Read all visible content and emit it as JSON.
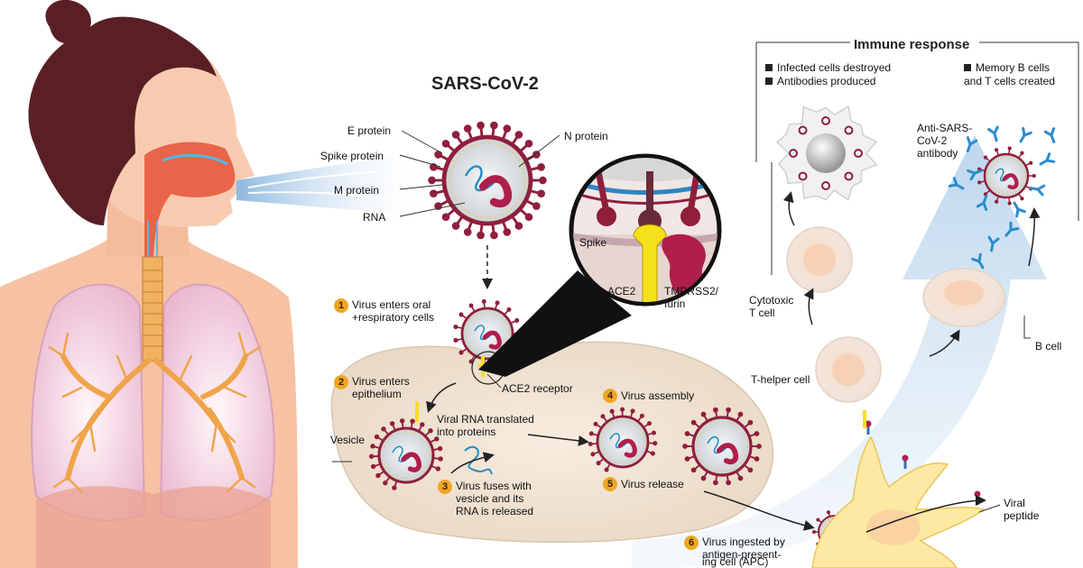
{
  "title": "SARS-CoV-2",
  "virus_labels": {
    "e_protein": "E protein",
    "spike_protein": "Spike protein",
    "m_protein": "M protein",
    "rna": "RNA",
    "n_protein": "N protein"
  },
  "binding_labels": {
    "spike": "Spike",
    "ace2": "ACE2",
    "tmprss2_1": "TMPRSS2/",
    "tmprss2_2": "furin",
    "ace2_receptor": "ACE2 receptor"
  },
  "steps": [
    {
      "num": "1",
      "line1": "Virus enters oral",
      "line2": "+respiratory cells"
    },
    {
      "num": "2",
      "line1": "Virus enters",
      "line2": "epithelium"
    },
    {
      "num": "3",
      "line1": "Virus fuses with",
      "line2": "vesicle and its",
      "line3": "RNA is released"
    },
    {
      "num": "4",
      "line1": "Virus assembly"
    },
    {
      "num": "5",
      "line1": "Virus release"
    },
    {
      "num": "6",
      "line1": "Virus ingested by",
      "line2": "antigen-present-",
      "line3": "ing cell (APC)"
    }
  ],
  "cell_labels": {
    "vesicle": "Vesicle",
    "translated_1": "Viral RNA translated",
    "translated_2": "into proteins",
    "cytotoxic_1": "Cytotoxic",
    "cytotoxic_2": "T cell",
    "t_helper": "T-helper cell",
    "b_cell": "B cell",
    "viral_peptide_1": "Viral",
    "viral_peptide_2": "peptide",
    "antibody_1": "Anti-SARS-",
    "antibody_2": "CoV-2",
    "antibody_3": "antibody"
  },
  "immune": {
    "title": "Immune response",
    "item1": "Infected cells destroyed",
    "item2": "Antibodies produced",
    "item3_1": "Memory B cells",
    "item3_2": "and T cells created"
  },
  "colors": {
    "virus_membrane": "#8f1f3c",
    "rna": "#1f8fc8",
    "ace2": "#f5e11b",
    "step_badge": "#f0a623",
    "lungs": "#f2c7d7",
    "skin": "#f8cbb0"
  }
}
